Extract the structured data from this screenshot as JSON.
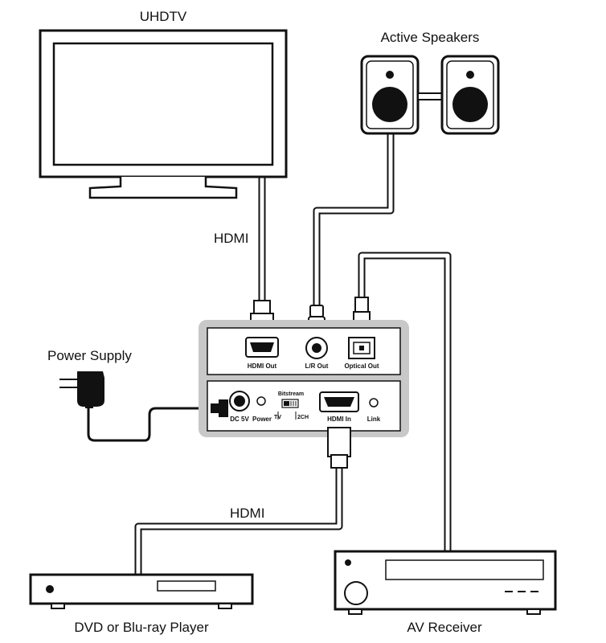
{
  "labels": {
    "uhdtv": "UHDTV",
    "speakers": "Active Speakers",
    "hdmi_top": "HDMI",
    "power_supply": "Power Supply",
    "hdmi_bottom": "HDMI",
    "player": "DVD or Blu-ray Player",
    "receiver": "AV Receiver"
  },
  "device": {
    "hdmi_out": "HDMI Out",
    "lr_out": "L/R Out",
    "optical_out": "Optical Out",
    "dc5v": "DC 5V",
    "power": "Power",
    "bitstream": "Bitstream",
    "tv": "TV",
    "ch2": "2CH",
    "hdmi_in": "HDMI In",
    "link": "Link"
  },
  "colors": {
    "line": "#111111",
    "device_frame": "#c8c8c8",
    "panel_fill": "#ffffff",
    "cable_fill": "#ffffff"
  }
}
